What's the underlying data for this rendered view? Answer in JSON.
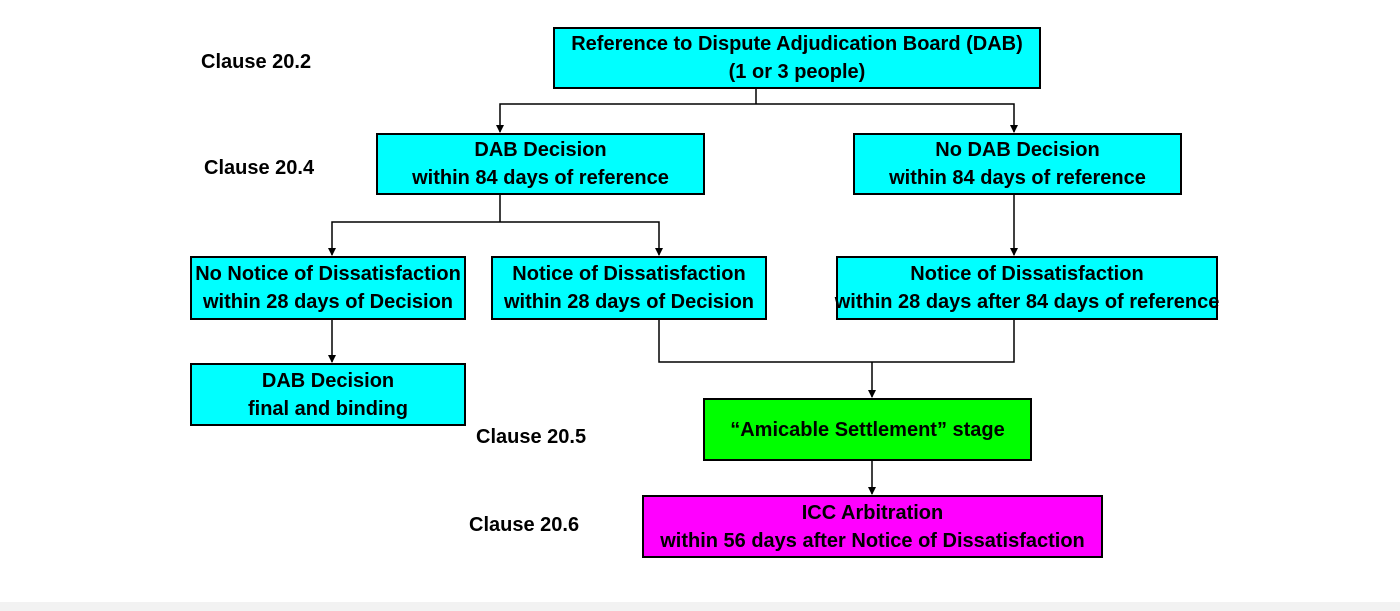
{
  "colors": {
    "process_box": "#00ffff",
    "settlement_box": "#00ff00",
    "arbitration_box": "#ff00ff",
    "border": "#000000",
    "connector": "#000000"
  },
  "clauses": {
    "c20_2": "Clause 20.2",
    "c20_4": "Clause 20.4",
    "c20_5": "Clause 20.5",
    "c20_6": "Clause 20.6"
  },
  "nodes": {
    "reference": {
      "line1": "Reference to Dispute Adjudication Board (DAB)",
      "line2": "(1 or 3 people)"
    },
    "dab_decision": {
      "line1": "DAB Decision",
      "line2": "within 84 days of reference"
    },
    "no_dab_decision": {
      "line1": "No DAB Decision",
      "line2": "within 84 days of reference"
    },
    "no_notice": {
      "line1": "No Notice of Dissatisfaction",
      "line2": "within 28 days of Decision"
    },
    "notice_decision": {
      "line1": "Notice of Dissatisfaction",
      "line2": "within 28 days of Decision"
    },
    "notice_reference": {
      "line1": "Notice of Dissatisfaction",
      "line2": "within 28 days after 84 days of reference"
    },
    "final_binding": {
      "line1": "DAB Decision",
      "line2": "final and binding"
    },
    "amicable": {
      "line1": "“Amicable Settlement” stage"
    },
    "arbitration": {
      "line1": "ICC Arbitration",
      "line2": "within 56 days after Notice of Dissatisfaction"
    }
  }
}
